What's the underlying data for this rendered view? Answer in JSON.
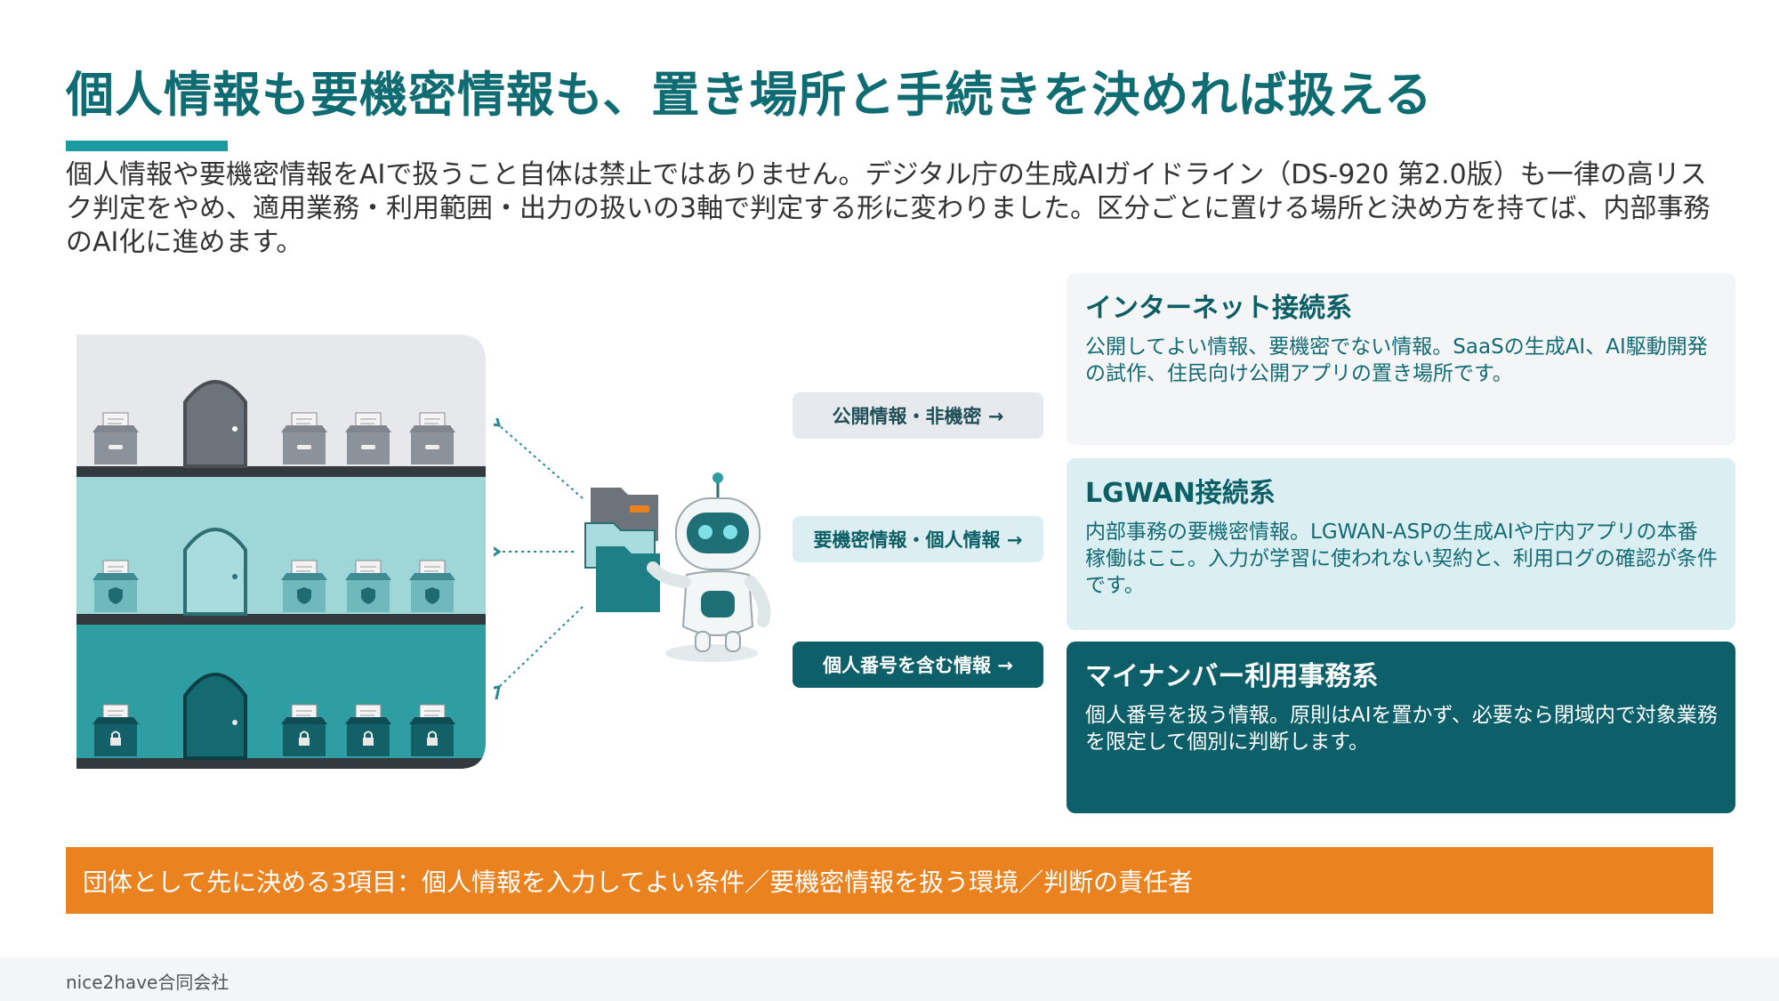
{
  "title": "個人情報も要機密情報も、置き場所と手続きを決めれば扱える",
  "intro": "個人情報や要機密情報をAIで扱うこと自体は禁止ではありません。デジタル庁の生成AIガイドライン（DS-920 第2.0版）も一律の高リスク判定をやめ、適用業務・利用範囲・出力の扱いの3軸で判定する形に変わりました。区分ごとに置ける場所と決め方を持てば、内部事務のAI化に進めます。",
  "chips": [
    {
      "label": "公開情報・非機密 →"
    },
    {
      "label": "要機密情報・個人情報 →"
    },
    {
      "label": "個人番号を含む情報 →"
    }
  ],
  "cards": [
    {
      "title": "インターネット接続系",
      "body": "公開してよい情報、要機密でない情報。SaaSの生成AI、AI駆動開発の試作、住民向け公開アプリの置き場所です。"
    },
    {
      "title": "LGWAN接続系",
      "body": "内部事務の要機密情報。LGWAN-ASPの生成AIや庁内アプリの本番稼働はここ。入力が学習に使われない契約と、利用ログの確認が条件です。"
    },
    {
      "title": "マイナンバー利用事務系",
      "body": "個人番号を扱う情報。原則はAIを置かず、必要なら閉域内で対象業務を限定して個別に判断します。"
    }
  ],
  "banner": "団体として先に決める3項目：個人情報を入力してよい条件／要機密情報を扱う環境／判断の責任者",
  "footer": "nice2have合同会社",
  "colors": {
    "title": "#0f6c73",
    "accent": "#1a9ba0",
    "dark_teal": "#0d5f6a",
    "light_teal": "#dbeff3",
    "light_gray": "#f3f5f7",
    "orange": "#e9821f"
  }
}
